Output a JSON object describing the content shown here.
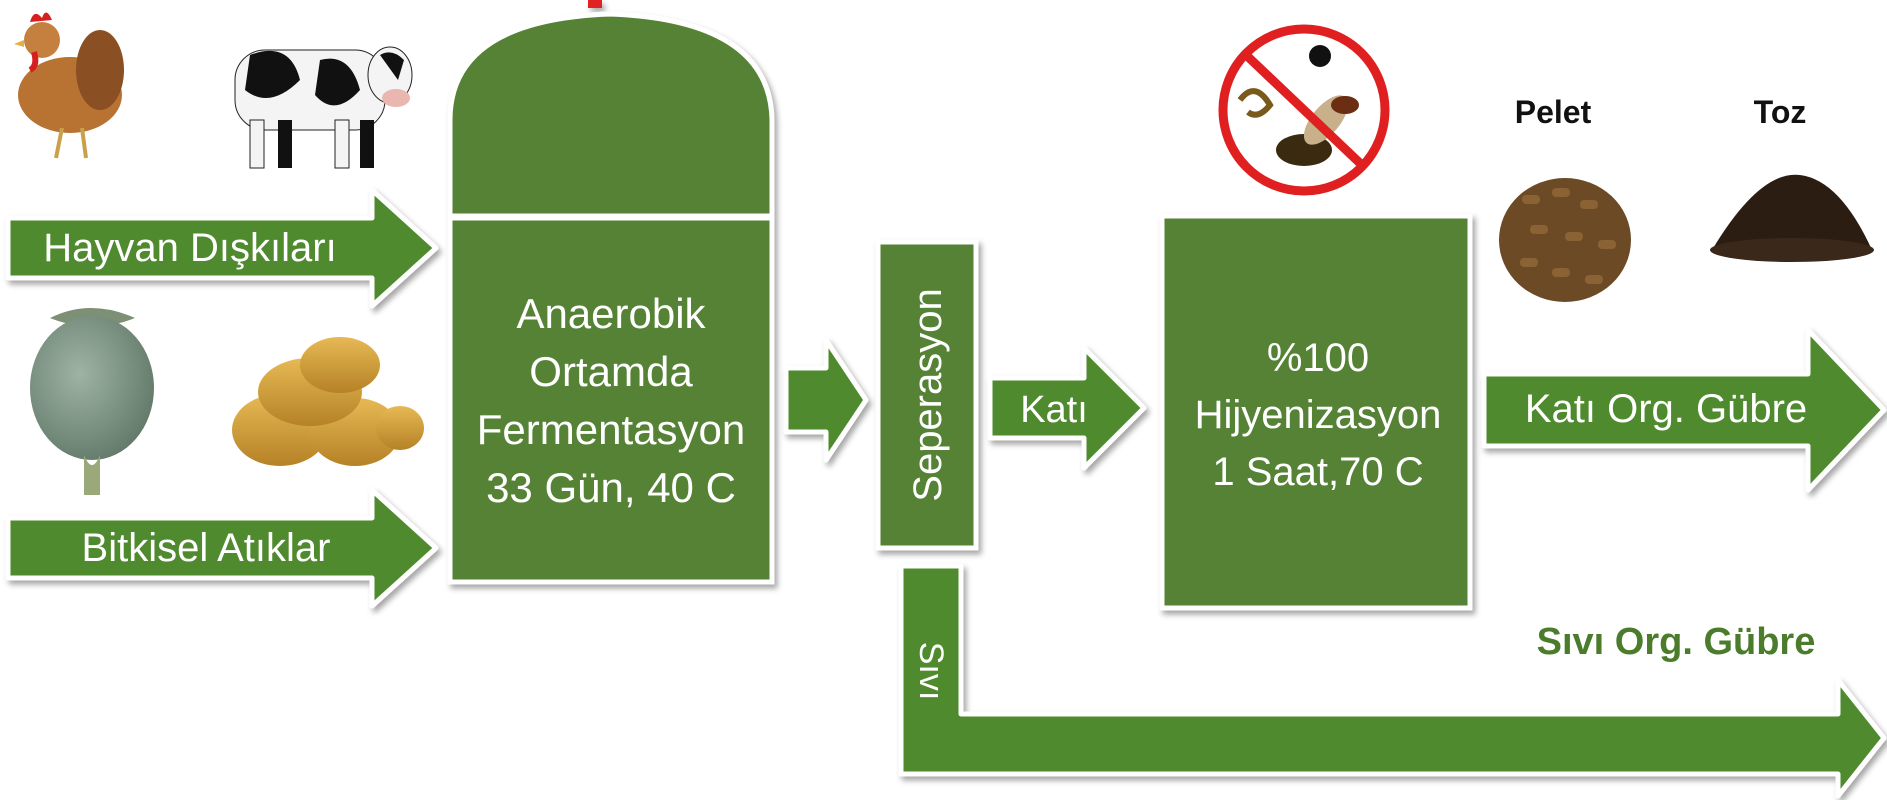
{
  "colors": {
    "box_fill": "#548235",
    "box_stroke": "#ffffff",
    "arrow_fill": "#4f8a2f",
    "text_light": "#ffffff",
    "title_green": "#4a7c2c",
    "no_sign_red": "#e02020"
  },
  "inputs": {
    "animal_waste": "Hayvan Dışkıları",
    "plant_waste": "Bitkisel Atıklar"
  },
  "digester": {
    "line1": "Anaerobik",
    "line2": "Ortamda",
    "line3": "Fermentasyon",
    "line4": "33 Gün, 40 C"
  },
  "separation": {
    "label": "Seperasyon"
  },
  "solid_branch": {
    "label": "Katı"
  },
  "hygiene": {
    "line1": "%100",
    "line2": "Hijyenizasyon",
    "line3": "1 Saat,70 C"
  },
  "outputs": {
    "solid_fertilizer": "Katı Org. Gübre",
    "liquid_label": "Sıvı",
    "liquid_fertilizer": "Sıvı Org. Gübre",
    "pellet": "Pelet",
    "powder": "Toz"
  },
  "icons": {
    "chicken": "chicken-icon",
    "cow": "cow-icon",
    "poppy": "poppy-pod-icon",
    "potato": "potato-icon",
    "no_insects": "no-insects-icon",
    "pellet": "pellet-pile-icon",
    "powder": "powder-pile-icon"
  }
}
